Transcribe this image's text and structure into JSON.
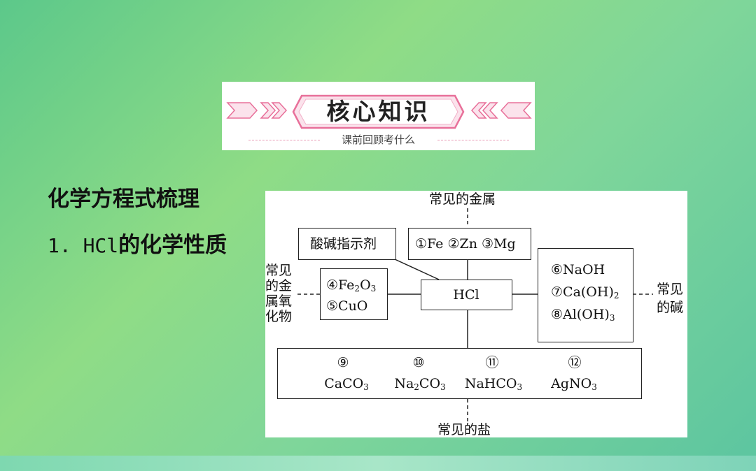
{
  "banner": {
    "title": "核心知识",
    "subtitle": "课前回顾考什么",
    "colors": {
      "accent": "#e8709a",
      "pill_fill": "#fbe3ec"
    }
  },
  "heading1": "化学方程式梳理",
  "heading2": {
    "number": "1. HCl",
    "text": "的化学性质"
  },
  "diagram": {
    "center": "HCl",
    "top_label": "常见的金属",
    "indicator": "酸碱指示剂",
    "metals": "①Fe ②Zn ③Mg",
    "oxides_label_lines": [
      "常见",
      "的金",
      "属氧",
      "化物"
    ],
    "oxides": {
      "item1_prefix": "④Fe",
      "item1_sub1": "2",
      "item1_mid": "O",
      "item1_sub2": "3",
      "item2": "⑤CuO"
    },
    "bases_label_lines": [
      "常见",
      "的碱"
    ],
    "bases": {
      "item1": "⑥NaOH",
      "item2_prefix": "⑦Ca(OH)",
      "item2_sub": "2",
      "item3_prefix": "⑧Al(OH)",
      "item3_sub": "3"
    },
    "salts": [
      {
        "num": "⑨",
        "pre": "CaCO",
        "sub": "3",
        "mid": "",
        "sub2": ""
      },
      {
        "num": "⑩",
        "pre": "Na",
        "sub": "2",
        "mid": "CO",
        "sub2": "3"
      },
      {
        "num": "⑪",
        "pre": "NaHCO",
        "sub": "3",
        "mid": "",
        "sub2": ""
      },
      {
        "num": "⑫",
        "pre": "AgNO",
        "sub": "3",
        "mid": "",
        "sub2": ""
      }
    ],
    "bottom_label": "常见的盐"
  }
}
